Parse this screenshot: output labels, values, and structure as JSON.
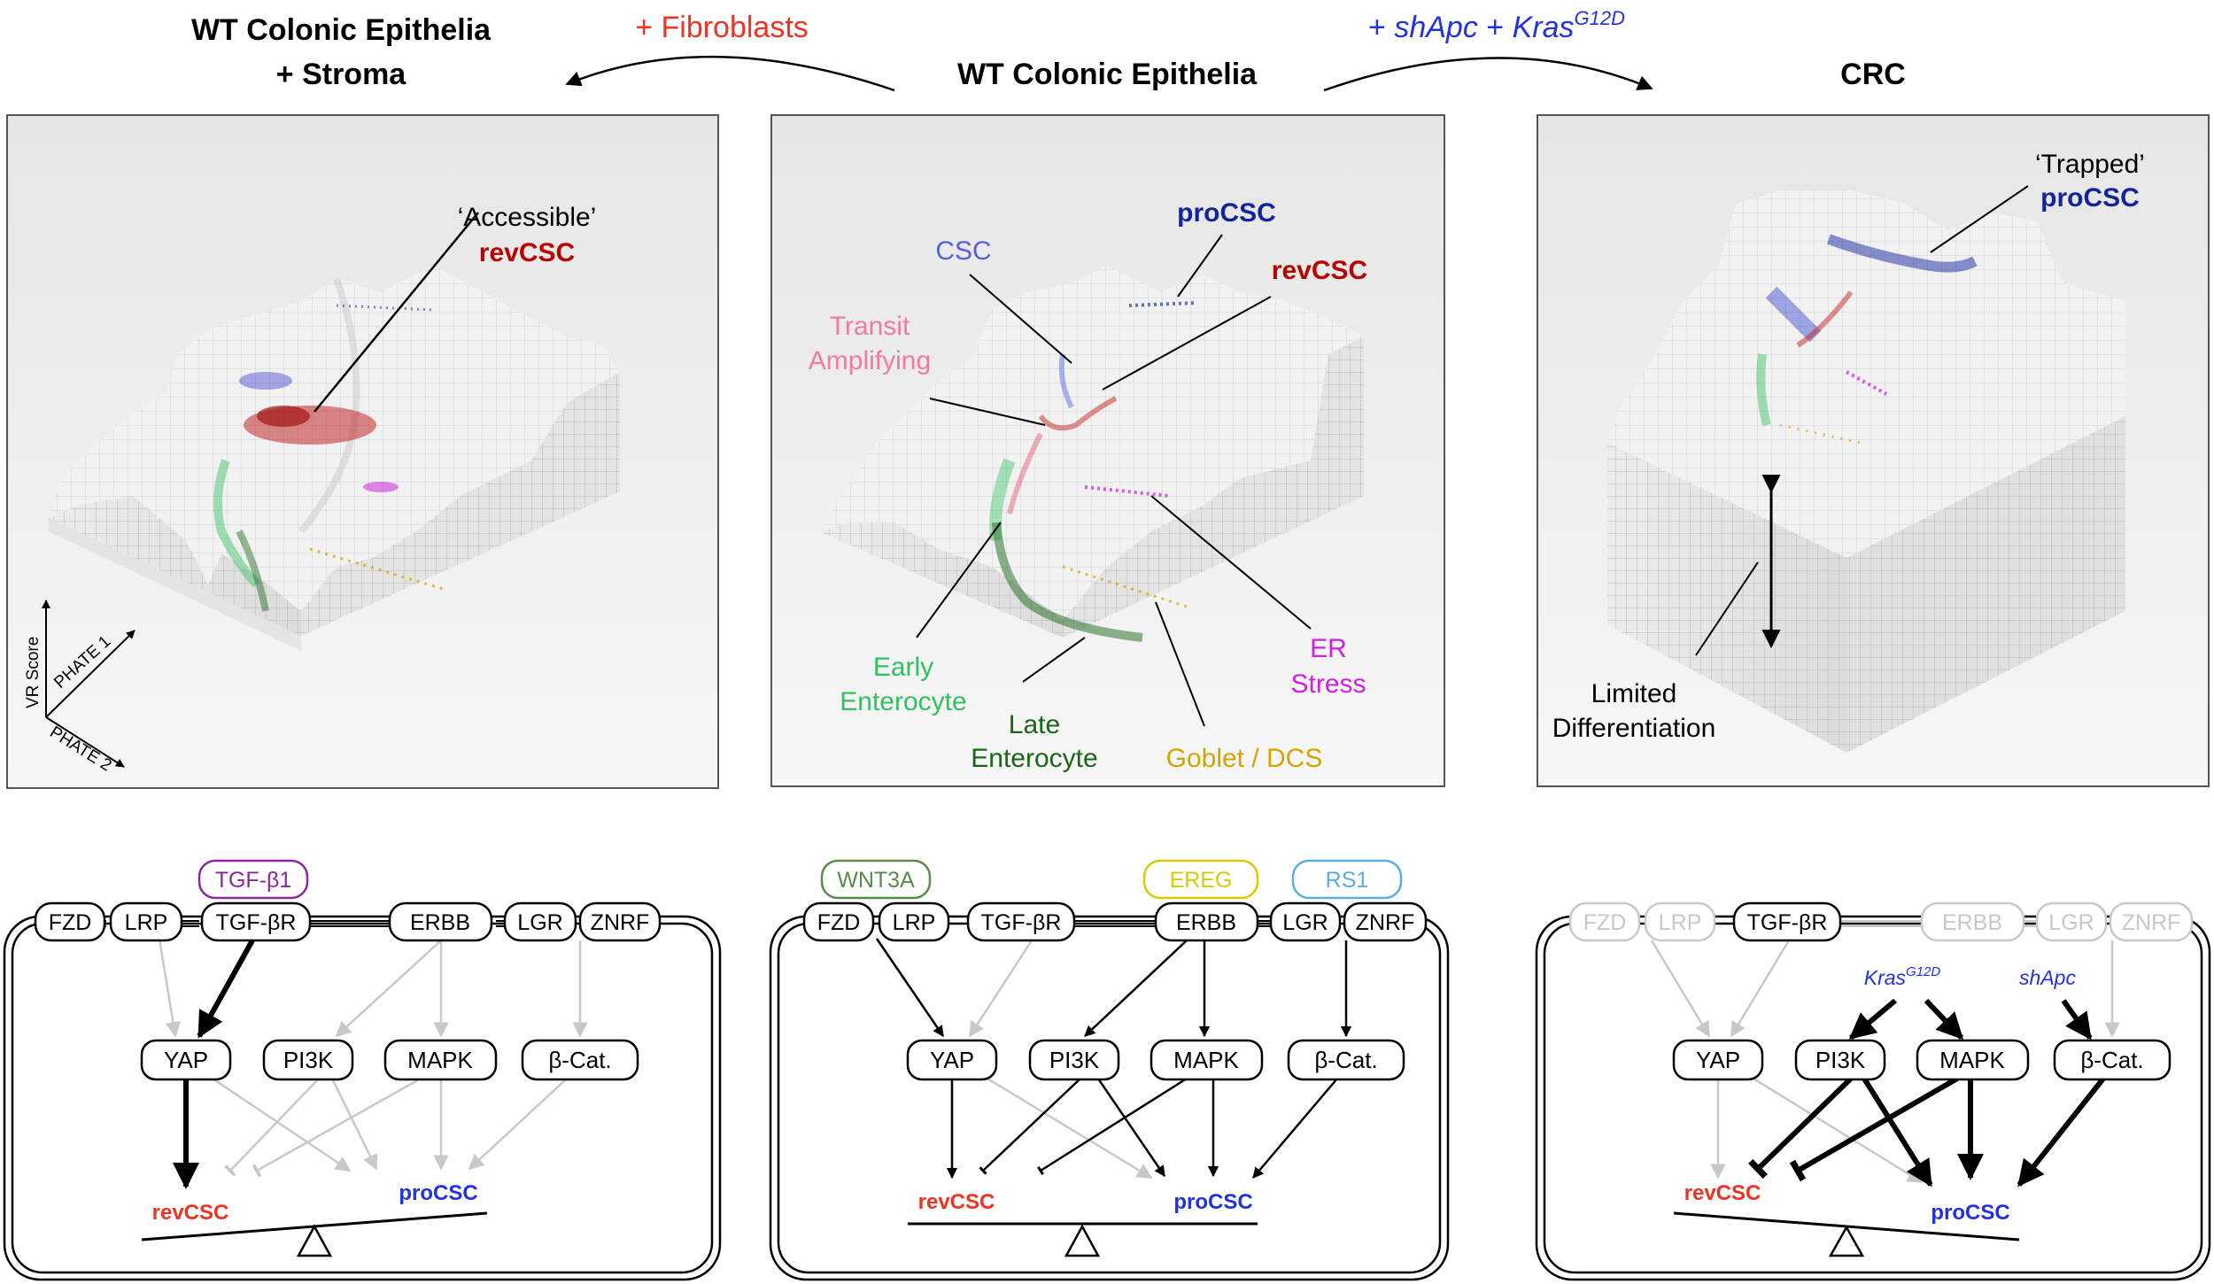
{
  "titles": {
    "left_line1": "WT Colonic Epithelia",
    "left_line2": "+ Stroma",
    "center": "WT Colonic Epithelia",
    "right": "CRC"
  },
  "transitions": {
    "left": "+ Fibroblasts",
    "right_prefix": "+ ",
    "right_shapc": "shApc",
    "right_plus": " + ",
    "right_kras": "Kras",
    "right_kras_sup": "G12D"
  },
  "panel_left": {
    "label_quote": "‘Accessible’",
    "label_state": "revCSC",
    "axis_z": "VR Score",
    "axis_x": "PHATE 1",
    "axis_y": "PHATE 2"
  },
  "panel_center": {
    "csc": "CSC",
    "procsc": "proCSC",
    "revcsc": "revCSC",
    "transit_1": "Transit",
    "transit_2": "Amplifying",
    "early_1": "Early",
    "early_2": "Enterocyte",
    "late_1": "Late",
    "late_2": "Enterocyte",
    "goblet": "Goblet / DCS",
    "er_1": "ER",
    "er_2": "Stress"
  },
  "panel_right": {
    "label_quote": "‘Trapped’",
    "label_state": "proCSC",
    "limited_1": "Limited",
    "limited_2": "Differentiation"
  },
  "network_left": {
    "ligand": "TGF-β1",
    "receptors": [
      "FZD",
      "LRP",
      "TGF-βR",
      "ERBB",
      "LGR",
      "ZNRF"
    ],
    "nodes": [
      "YAP",
      "PI3K",
      "MAPK",
      "β-Cat."
    ],
    "rev": "revCSC",
    "pro": "proCSC"
  },
  "network_center": {
    "ligands": [
      "WNT3A",
      "EREG",
      "RS1"
    ],
    "receptors": [
      "FZD",
      "LRP",
      "TGF-βR",
      "ERBB",
      "LGR",
      "ZNRF"
    ],
    "nodes": [
      "YAP",
      "PI3K",
      "MAPK",
      "β-Cat."
    ],
    "rev": "revCSC",
    "pro": "proCSC"
  },
  "network_right": {
    "receptors": [
      "FZD",
      "LRP",
      "TGF-βR",
      "ERBB",
      "LGR",
      "ZNRF"
    ],
    "nodes": [
      "YAP",
      "PI3K",
      "MAPK",
      "β-Cat."
    ],
    "mut_kras": "Kras",
    "mut_kras_sup": "G12D",
    "mut_apc": "shApc",
    "rev": "revCSC",
    "pro": "proCSC"
  },
  "colors": {
    "red": "#ee3322",
    "blue": "#2233dd",
    "dark_red": "#bb0000",
    "dark_blue": "#14249a",
    "csc_blue": "#5560dd",
    "pink": "#f07aa0",
    "green": "#33c060",
    "dark_green": "#1a6618",
    "gold": "#d4a400",
    "magenta": "#cc22dd",
    "wnt_green": "#5a8a4a",
    "ereg_yellow": "#d8cc00",
    "rs1_blue": "#5aaee0",
    "tgf_purple": "#8a2a9a",
    "grey": "#c8c8c8"
  }
}
